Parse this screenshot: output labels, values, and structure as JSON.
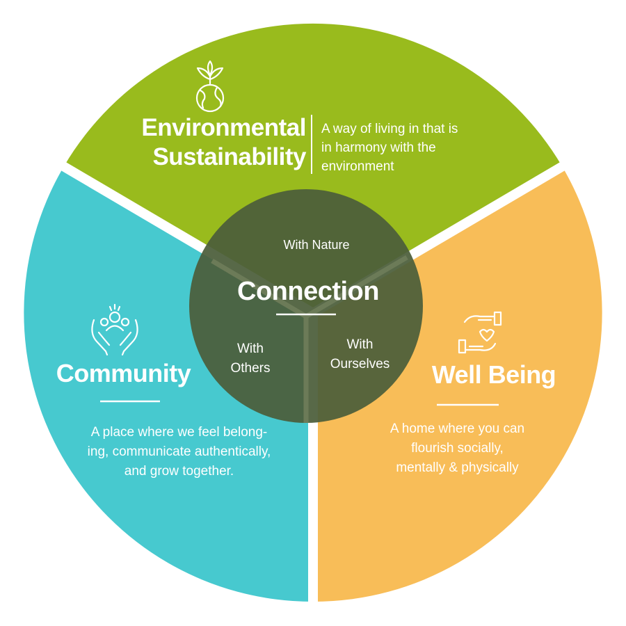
{
  "colors": {
    "environmental": "#99bb1d",
    "community": "#47c9cf",
    "wellbeing": "#f8bd58",
    "center": "#4b5e3a",
    "divider": "#ffffff"
  },
  "center": {
    "title": "Connection",
    "with_nature": "With Nature",
    "with_others": "With\nOthers",
    "with_ourselves": "With\nOurselves"
  },
  "segments": {
    "environmental": {
      "icon": "plant-globe-icon",
      "title": "Environmental\nSustainability",
      "description": "A way of living in that is\nin harmony with the\nenvironment"
    },
    "community": {
      "icon": "hands-people-icon",
      "title": "Community",
      "description": "A place where we feel belong-\ning, communicate authentically,\nand grow together."
    },
    "wellbeing": {
      "icon": "hands-heart-icon",
      "title": "Well Being",
      "description": "A home where you can\nflourish socially,\nmentally & physically"
    }
  }
}
